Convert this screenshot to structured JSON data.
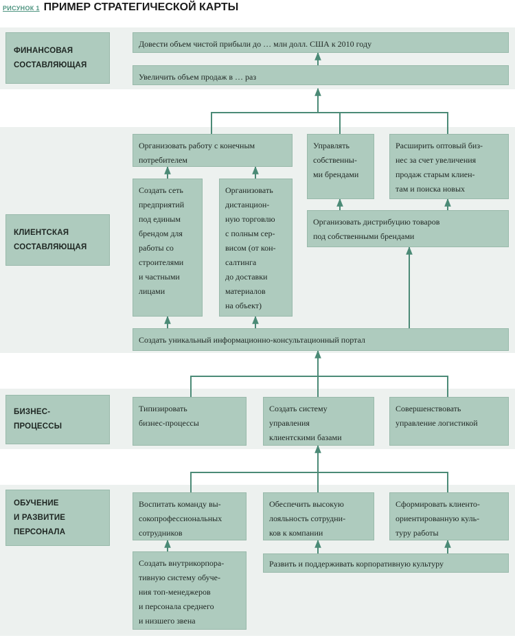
{
  "header": {
    "figure_label": "РИСУНОК 1",
    "title": "ПРИМЕР СТРАТЕГИЧЕСКОЙ КАРТЫ"
  },
  "perspectives": {
    "financial": "ФИНАНСОВАЯ\nСОСТАВЛЯЮЩАЯ",
    "customer": "КЛИЕНТСКАЯ\nСОСТАВЛЯЮЩАЯ",
    "processes": "БИЗНЕС-\nПРОЦЕССЫ",
    "learning": "ОБУЧЕНИЕ\nИ РАЗВИТИЕ\nПЕРСОНАЛА"
  },
  "goals": {
    "net_profit": "Довести объем чистой прибыли до … млн долл. США к 2010 году",
    "sales_growth": "Увеличить объем продаж в … раз",
    "end_consumer": "Организовать работу с конечным\nпотребителем",
    "own_brands": "Управлять\nсобственны-\nми брендами",
    "wholesale": "Расширить оптовый биз-\nнес за счет увеличения\nпродаж старым клиен-\nтам и поиска новых",
    "network": "Создать сеть\nпредприятий\nпод единым\nбрендом для\nработы со\nстроителями\nи частными\nлицами",
    "remote_trade": "Организовать\nдистанцион-\nную торговлю\nс полным сер-\nвисом (от кон-\nсалтинга\nдо доставки\nматериалов\nна объект)",
    "distribution": "Организовать дистрибуцию товаров\nпод собственными брендами",
    "portal": "Создать уникальный информационно-консультационный портал",
    "typify": "Типизировать\nбизнес-процессы",
    "crm": "Создать систему\nуправления\nклиентскими базами",
    "logistics": "Совершенствовать\nуправление логистикой",
    "team": "Воспитать команду вы-\nсокопрофессиональных\nсотрудников",
    "loyalty": "Обеспечить высокую\nлояльность сотрудни-\nков к компании",
    "client_culture": "Сформировать клиенто-\nориентированную куль-\nтуру работы",
    "training": "Создать внутрикорпора-\nтивную систему обуче-\nния топ-менеджеров\nи персонала среднего\nи низшего звена",
    "corp_culture": "Развить и поддерживать корпоративную культуру"
  },
  "colors": {
    "box_fill": "#aecbbe",
    "box_border": "#98b9aa",
    "band_fill": "#edf1ef",
    "connector": "#4b8a76"
  }
}
